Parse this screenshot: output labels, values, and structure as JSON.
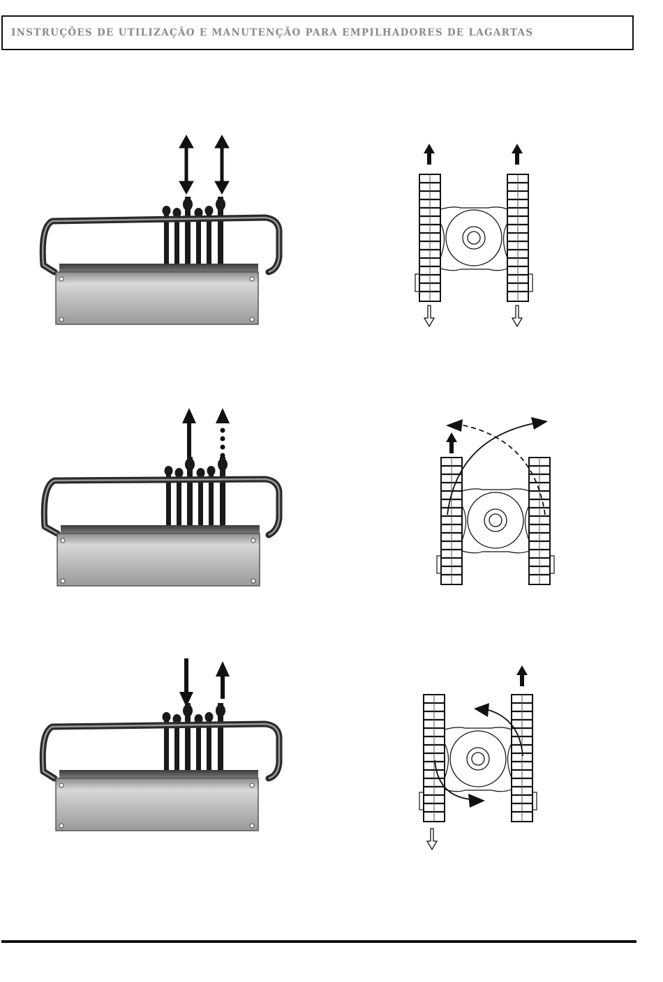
{
  "header": {
    "title": "INSTRUÇÕES DE UTILIZAÇÃO E MANUTENÇÃO PARA EMPILHADORES DE LAGARTAS"
  },
  "rows": [
    {
      "id": "forward-reverse",
      "left_lever": "up-down",
      "right_lever": "up-down",
      "left_track": "forward-reverse",
      "right_track": "forward-reverse"
    },
    {
      "id": "pivot-turn",
      "left_lever": "up",
      "right_lever": "up-dotted",
      "left_track": "forward",
      "right_track": "stopped",
      "rotation": "pivot"
    },
    {
      "id": "spin-turn",
      "left_lever": "down",
      "right_lever": "up",
      "left_track": "reverse",
      "right_track": "forward",
      "rotation": "spin"
    }
  ],
  "colors": {
    "ink": "#111111",
    "header_text": "#8a8a8a",
    "panel_light": "#d4d4d4",
    "panel_dark": "#8c8c8c"
  }
}
